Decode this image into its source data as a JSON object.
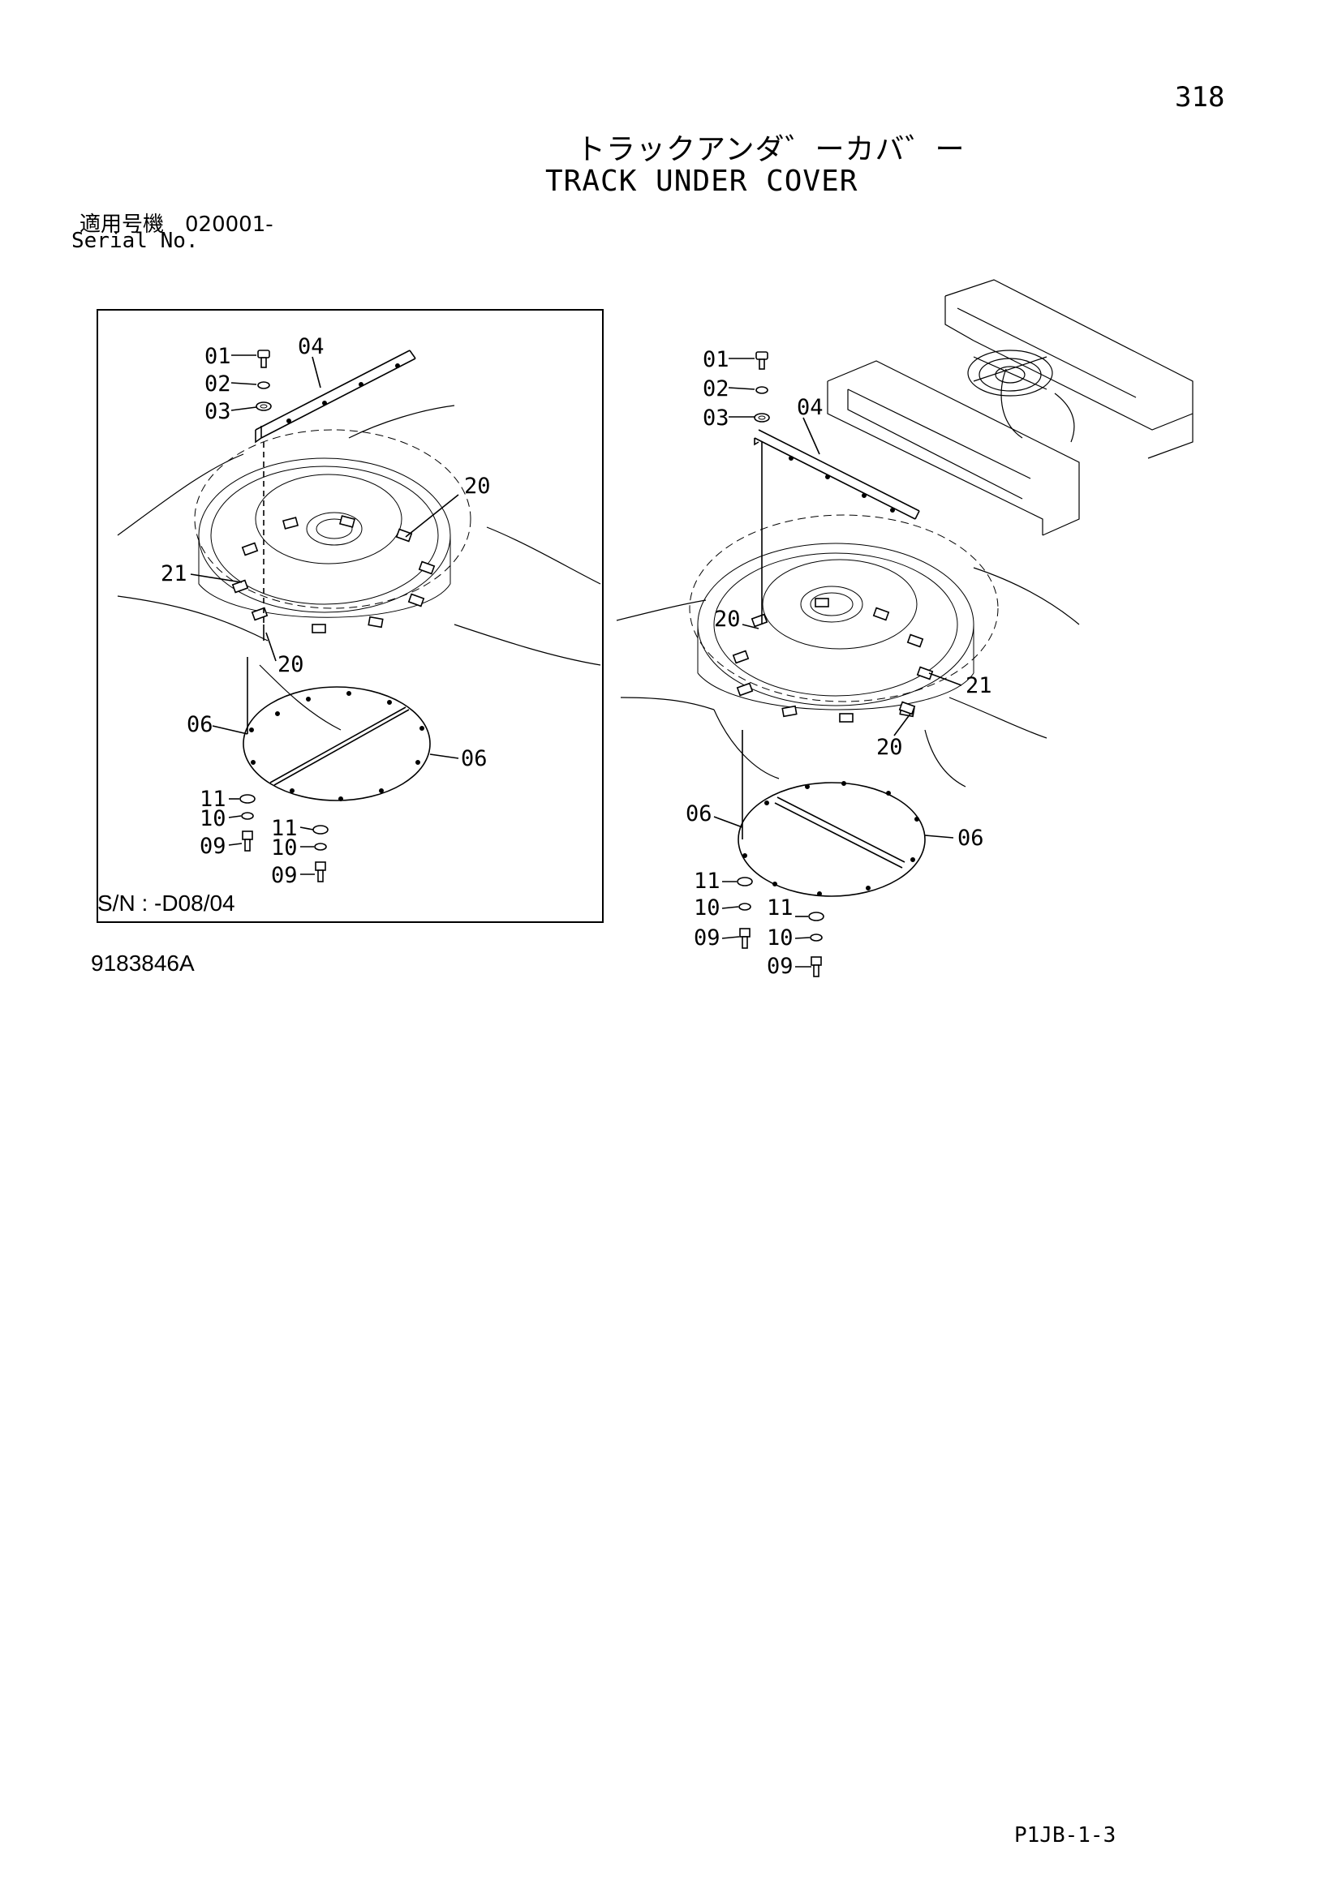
{
  "header": {
    "page_number": "318",
    "title_jp": "トラックアンダ゛ーカバ゛ー",
    "title_en": "TRACK UNDER COVER",
    "serial_jp": "適用号機　020001-",
    "serial_en": "Serial No."
  },
  "left_view": {
    "sn_label": "S/N : -D08/04",
    "callouts": [
      "01",
      "02",
      "03",
      "04",
      "20",
      "21",
      "20",
      "06",
      "06",
      "11",
      "10",
      "09",
      "11",
      "10",
      "09"
    ]
  },
  "right_view": {
    "callouts": [
      "01",
      "02",
      "03",
      "04",
      "20",
      "21",
      "20",
      "06",
      "06",
      "11",
      "10",
      "09",
      "11",
      "10",
      "09"
    ]
  },
  "footer": {
    "drawing_number": "9183846A",
    "page_code": "P1JB-1-3"
  }
}
